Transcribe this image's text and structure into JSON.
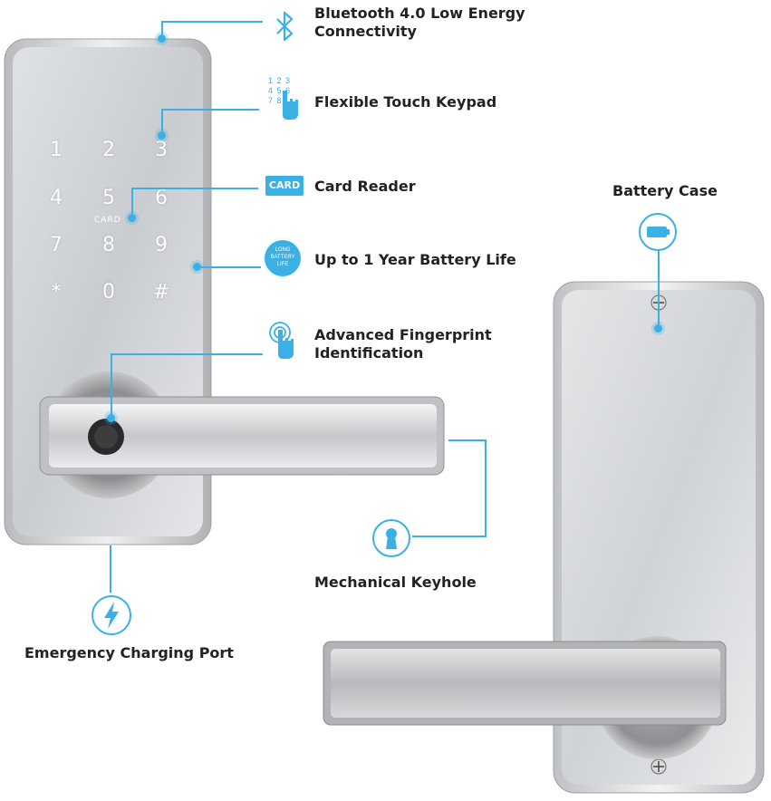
{
  "features": {
    "bluetooth": {
      "line1": "Bluetooth 4.0 Low Energy",
      "line2": "Connectivity"
    },
    "keypad": {
      "label": "Flexible Touch Keypad",
      "icon_digits_1": "1 2 3",
      "icon_digits_2": "4 5 6",
      "icon_digits_3": "7 8"
    },
    "card": {
      "label": "Card Reader",
      "icon_text": "CARD"
    },
    "battery": {
      "label": "Up to 1 Year Battery Life",
      "badge_1": "LONG",
      "badge_2": "BATTERY",
      "badge_3": "LIFE"
    },
    "fingerprint": {
      "line1": "Advanced Fingerprint",
      "line2": "Identification"
    },
    "battery_case": {
      "label": "Battery Case"
    },
    "keyhole": {
      "label": "Mechanical Keyhole"
    },
    "charging": {
      "label": "Emergency Charging Port"
    }
  },
  "keypad": {
    "keys": [
      "1",
      "2",
      "3",
      "4",
      "5",
      "6",
      "7",
      "8",
      "9",
      "*",
      "0",
      "#"
    ],
    "card_mark": "CARD"
  },
  "colors": {
    "accent": "#3ab0e4",
    "panel": "#e6e8ea",
    "frame": "#c8cacc",
    "handle": "#d9dbdd",
    "text": "#222222"
  }
}
